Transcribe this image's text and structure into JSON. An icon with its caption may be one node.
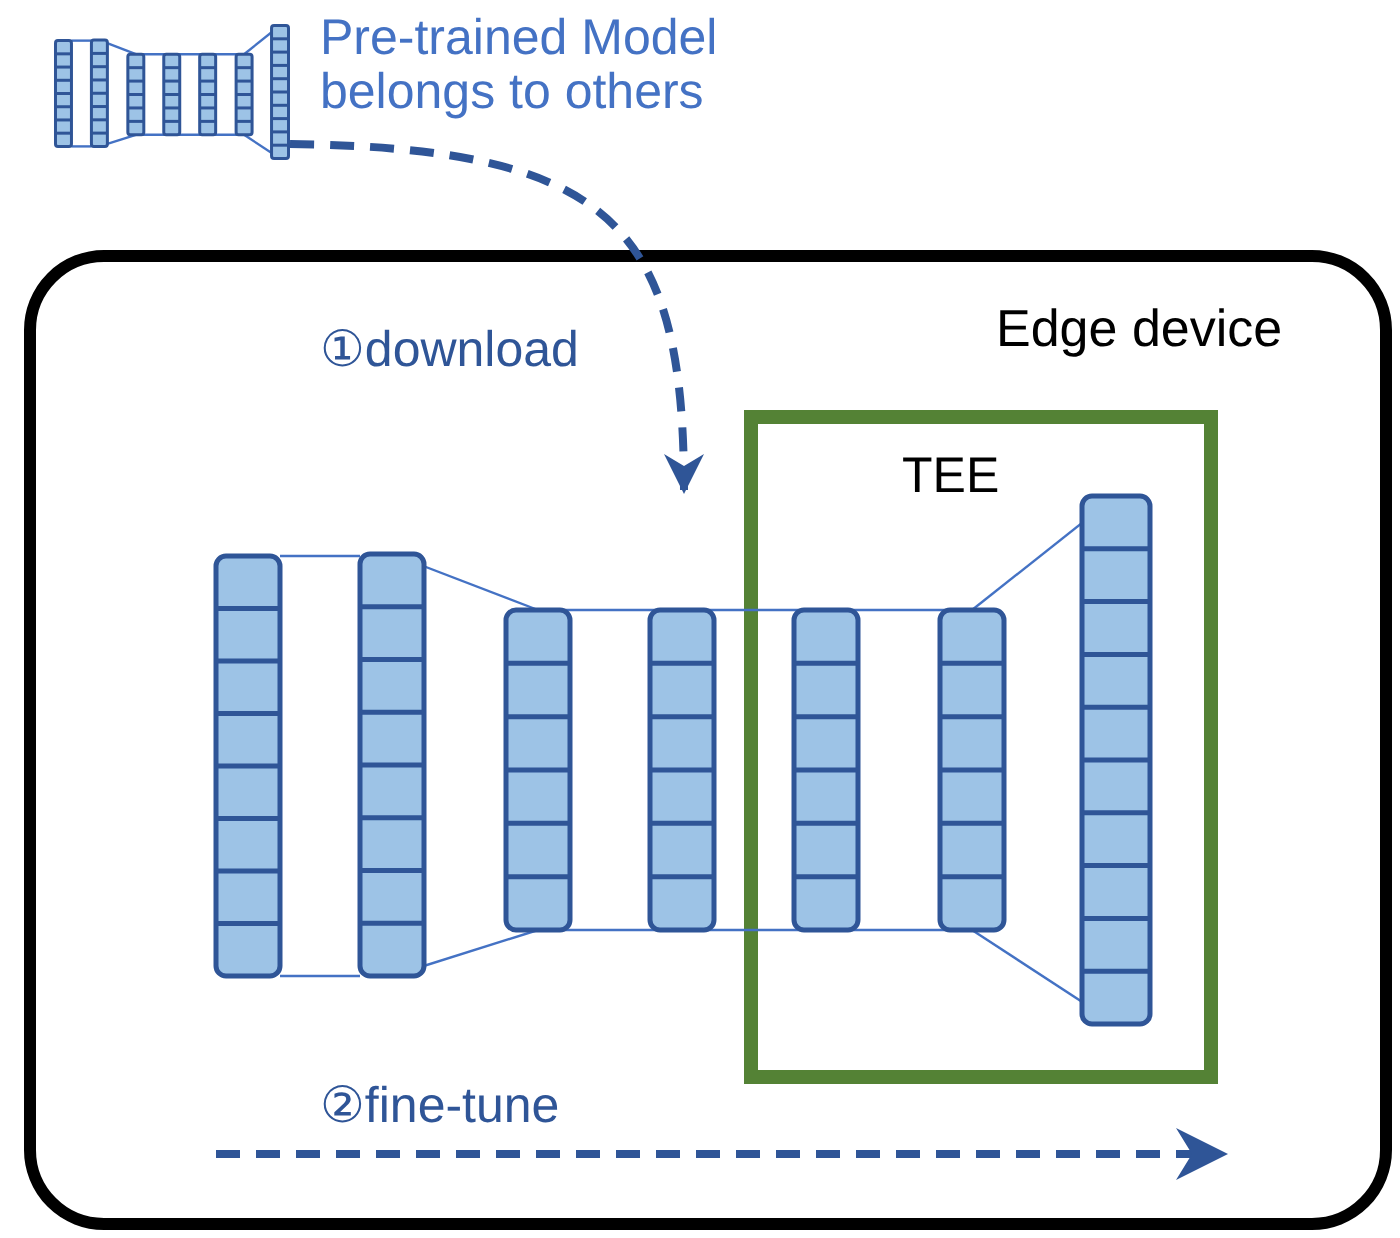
{
  "diagram": {
    "nodes": [
      {
        "text": [],
        "shape": "picture",
        "beside": [
          "Pre-trained Model belongs to others"
        ]
      },
      {
        "text": [
          "Edge device"
        ]
      },
      {
        "text": [
          "TEE"
        ],
        "in": 1
      },
      {
        "text": [],
        "shape": "picture",
        "in": 1
      }
    ],
    "edges": [
      {
        "from": 0,
        "to": 3,
        "arrow": "to",
        "label": "①download",
        "style": "dashed"
      }
    ],
    "labels": [
      "②fine-tune"
    ]
  }
}
